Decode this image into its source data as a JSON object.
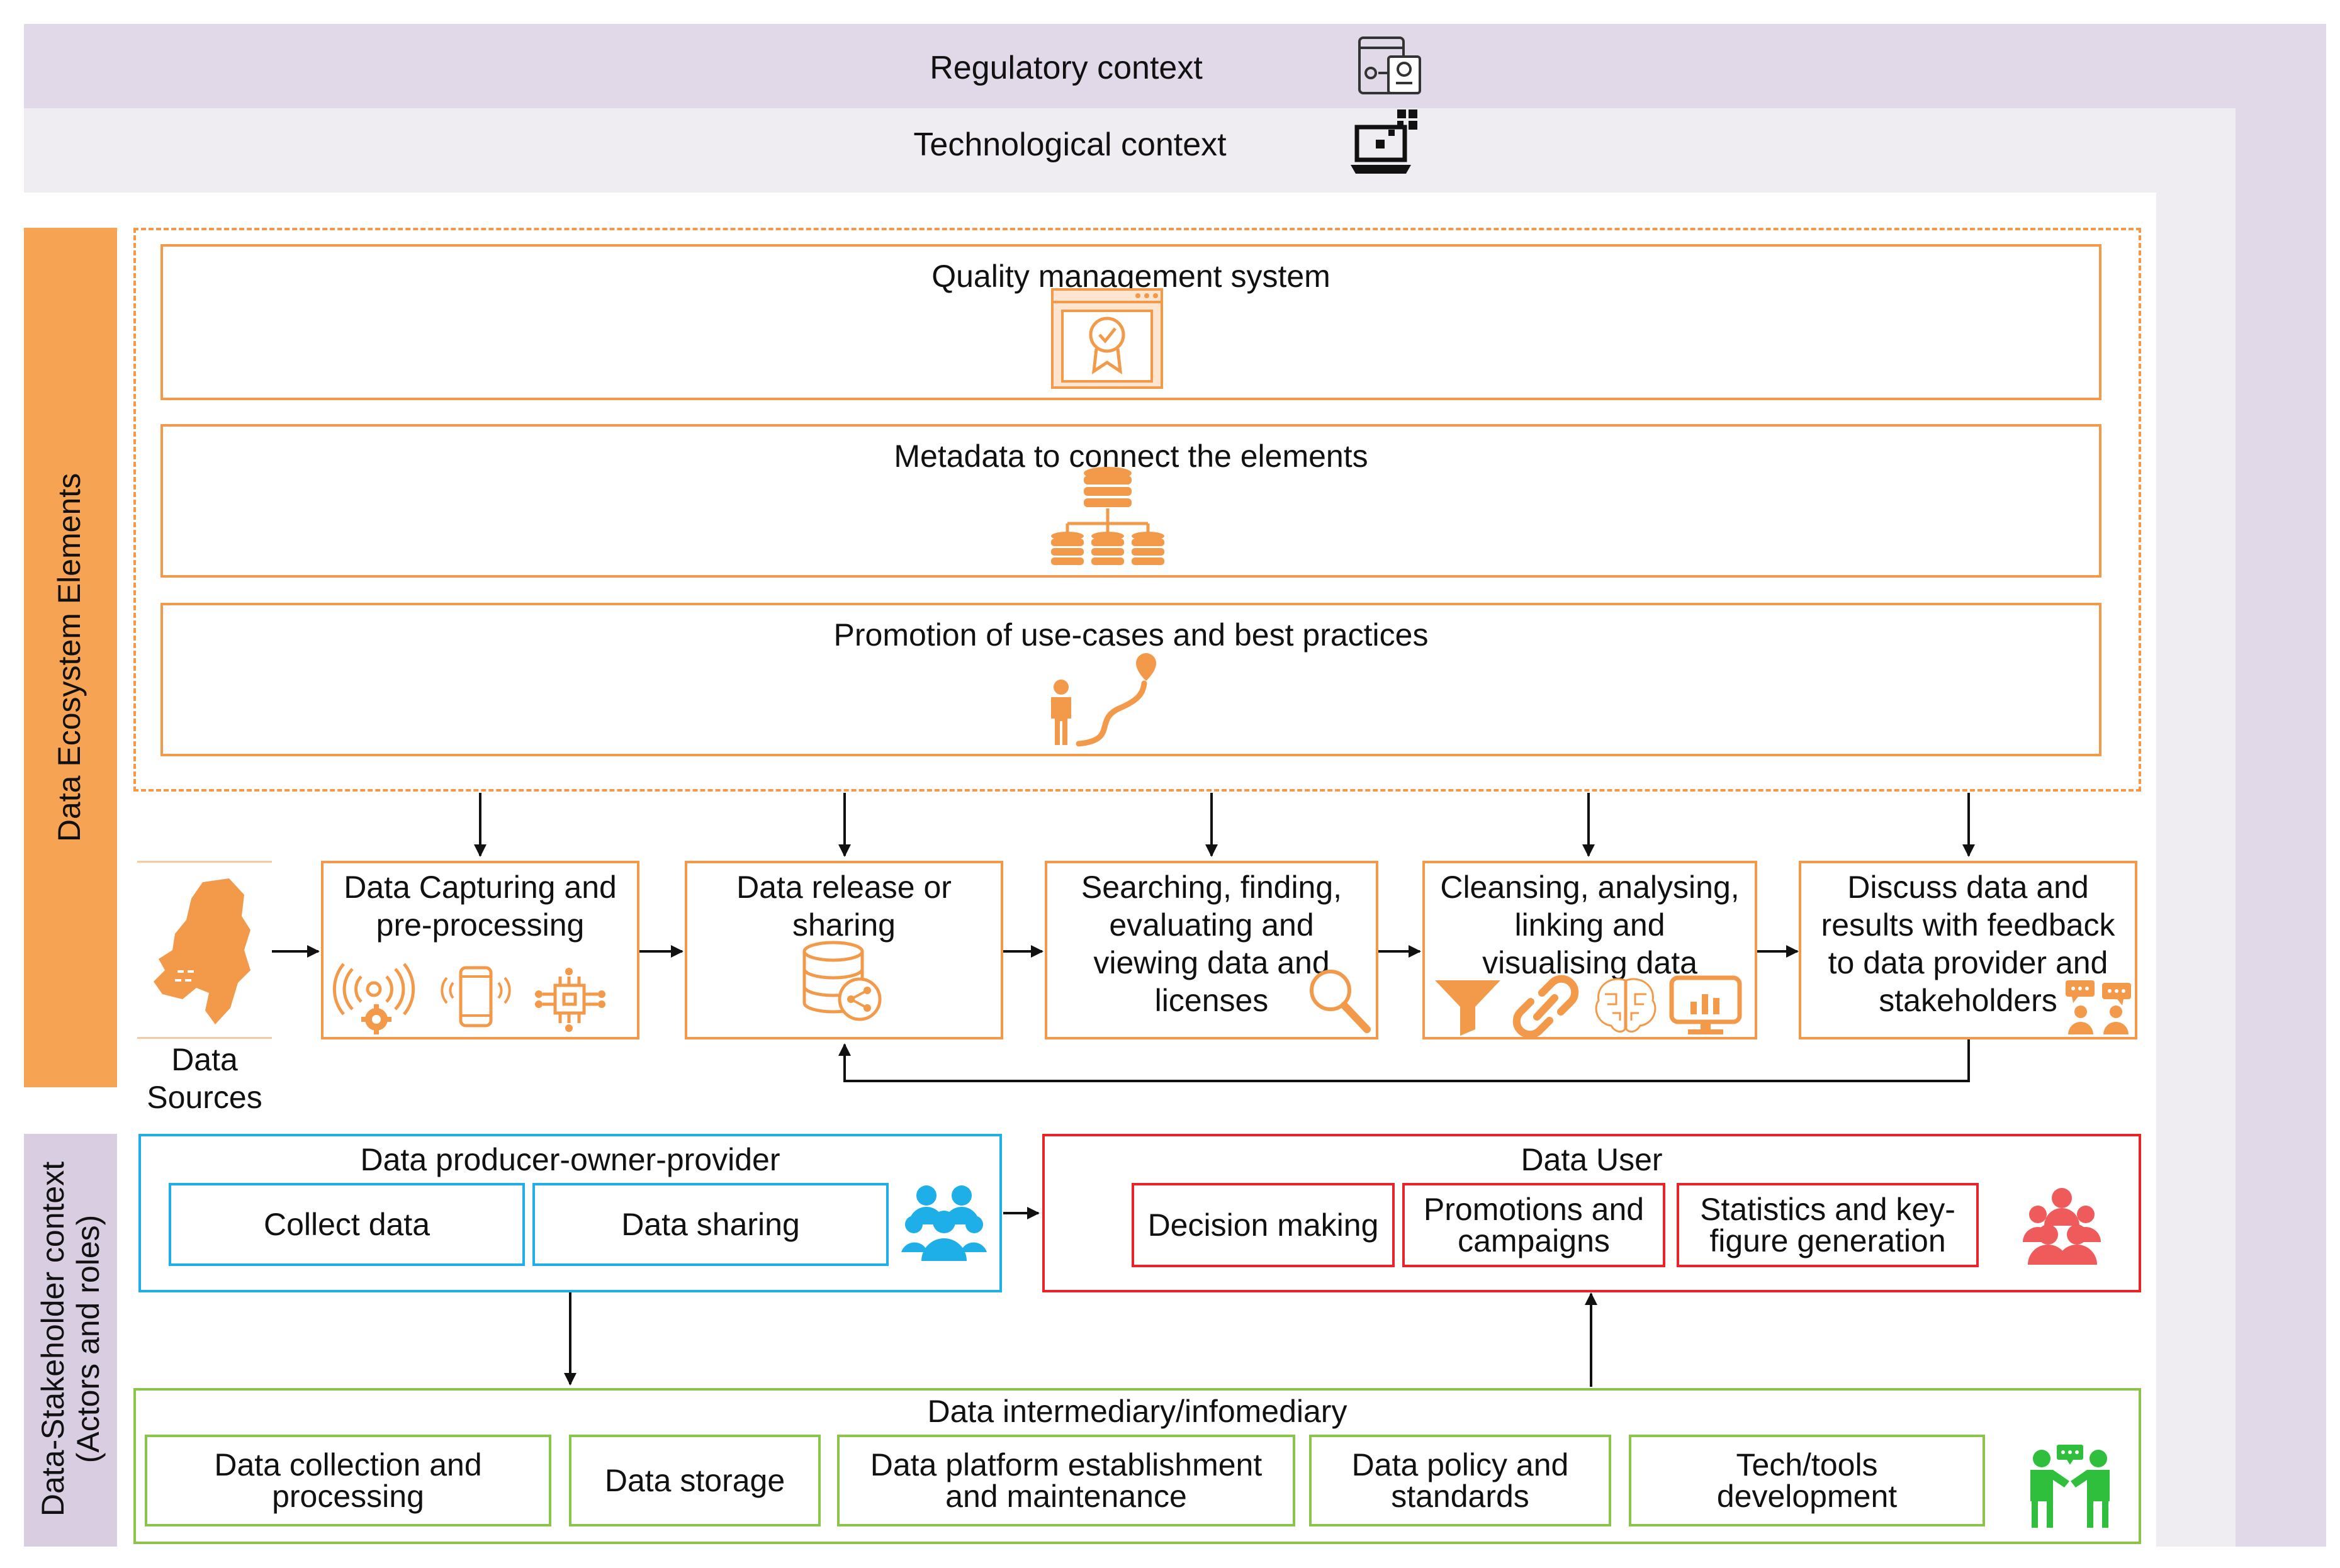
{
  "context": {
    "regulatory": "Regulatory context",
    "technological": "Technological context"
  },
  "ecosystem": {
    "side_label": "Data Ecosystem Elements",
    "quality": "Quality management system",
    "metadata": "Metadata to connect the elements",
    "promotion": "Promotion of use-cases and best practices"
  },
  "flow": {
    "sources": "Data\nSources",
    "steps": [
      "Data Capturing and\npre-processing",
      "Data release or\nsharing",
      "Searching, finding,\nevaluating and\nviewing data and\nlicenses",
      "Cleansing, analysing,\nlinking and\nvisualising data",
      "Discuss data and\nresults with feedback\nto data provider and\nstakeholders"
    ]
  },
  "stakeholders": {
    "side_label_line1": "Data-Stakeholder context",
    "side_label_line2": "(Actors and roles)",
    "producer": {
      "title": "Data producer-owner-provider",
      "items": [
        "Collect data",
        "Data sharing"
      ]
    },
    "user": {
      "title": "Data User",
      "items": [
        "Decision making",
        "Promotions and\ncampaigns",
        "Statistics and key-\nfigure generation"
      ]
    },
    "intermediary": {
      "title": "Data intermediary/infomediary",
      "items": [
        "Data collection and\nprocessing",
        "Data storage",
        "Data platform establishment\nand maintenance",
        "Data policy and\nstandards",
        "Tech/tools\ndevelopment"
      ]
    }
  },
  "colors": {
    "regulatory_band": "#e2d9e8",
    "technological_band": "#efedf1",
    "orange": "#f39a4a",
    "side_orange": "#f7a354",
    "side_purple": "#d8cde1",
    "blue": "#1eaee8",
    "red": "#e8232a",
    "green": "#8cc34a",
    "green_icon": "#2fbf3c",
    "red_icon": "#ef5b5b"
  },
  "icons": [
    "regulation-document-icon",
    "laptop-network-icon",
    "certificate-browser-icon",
    "database-hierarchy-icon",
    "person-path-icon",
    "netherlands-map-icon",
    "sensor-icon",
    "mobile-phone-icon",
    "chip-icon",
    "database-share-icon",
    "magnifier-icon",
    "funnel-icon",
    "link-icon",
    "brain-icon",
    "dashboard-monitor-icon",
    "discussion-people-icon",
    "blue-group-icon",
    "red-group-icon",
    "handshake-people-icon"
  ]
}
